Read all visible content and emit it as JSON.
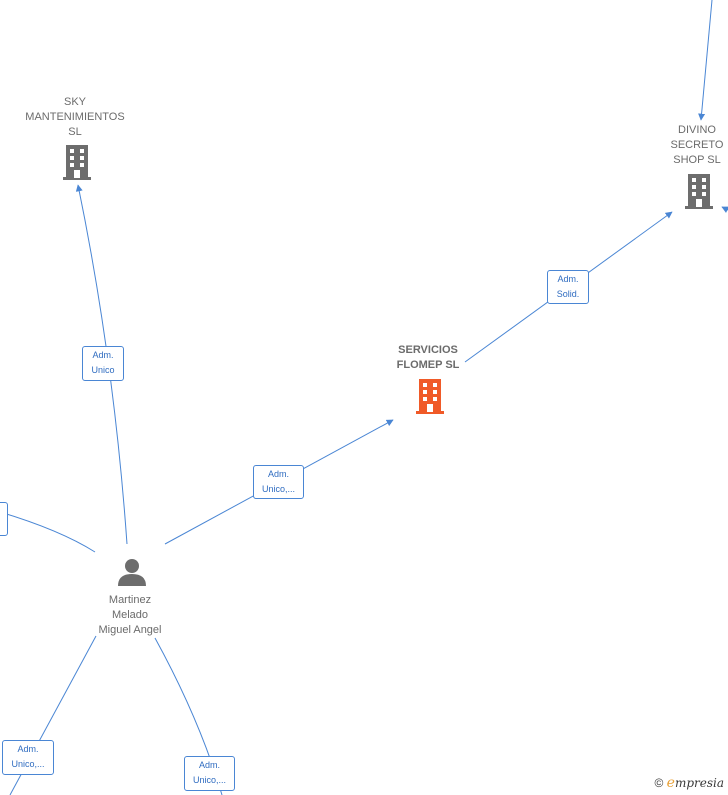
{
  "nodes": {
    "sky": {
      "label": "SKY\nMANTENIMIENTOS\nSL",
      "icon": "building-icon",
      "color": "#6d6d6d"
    },
    "divino": {
      "label": "DIVINO\nSECRETO\nSHOP  SL",
      "icon": "building-icon",
      "color": "#6d6d6d"
    },
    "servicios": {
      "label": "SERVICIOS\nFLOMEP  SL",
      "icon": "building-icon",
      "color": "#f05a28"
    },
    "person": {
      "label": "Martinez\nMelado\nMiguel Angel",
      "icon": "person-icon",
      "color": "#6d6d6d"
    }
  },
  "edges": {
    "sky_rel": "Adm.\nUnico",
    "servicios_rel": "Adm.\nUnico,...",
    "divino_rel": "Adm.\nSolid.",
    "bottom_left_rel": "Adm.\nUnico,...",
    "bottom_mid_rel": "Adm.\nUnico,..."
  },
  "colors": {
    "edge": "#4a86d4",
    "focus": "#f05a28",
    "neutral": "#6d6d6d"
  },
  "brand": {
    "copyright": "©",
    "initial": "e",
    "rest": "mpresia"
  }
}
